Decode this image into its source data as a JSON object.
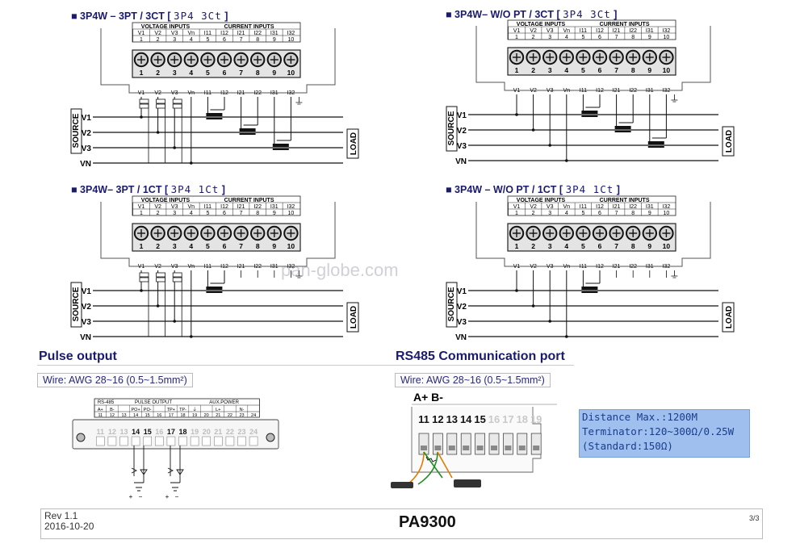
{
  "diagrams": [
    {
      "title": "3P4W  – 3PT / 3CT",
      "code": "3P4 3Ct",
      "pt": true,
      "ct": 3
    },
    {
      "title": "3P4W– W/O PT / 3CT",
      "code": "3P4 3Ct",
      "pt": false,
      "ct": 3
    },
    {
      "title": "3P4W– 3PT / 1CT",
      "code": "3P4 1Ct",
      "pt": true,
      "ct": 1
    },
    {
      "title": "3P4W – W/O PT / 1CT",
      "code": "3P4 1Ct",
      "pt": false,
      "ct": 1
    }
  ],
  "header": {
    "voltage": "VOLTAGE INPUTS",
    "current": "CURRENT INPUTS"
  },
  "terminals": [
    "V1",
    "V2",
    "V3",
    "Vn",
    "I11",
    "I12",
    "I21",
    "I22",
    "I31",
    "I32"
  ],
  "terminal_numbers": [
    "1",
    "2",
    "3",
    "4",
    "5",
    "6",
    "7",
    "8",
    "9",
    "10"
  ],
  "lines": [
    "V1",
    "V2",
    "V3",
    "VN"
  ],
  "source_label": "SOURCE",
  "load_label": "LOAD",
  "pulse": {
    "title": "Pulse output",
    "wire": "Wire: AWG 28~16 (0.5~1.5mm²)",
    "groups": [
      "RS-485",
      "PULSE OUTPUT",
      "AUX.POWER"
    ],
    "labels": [
      "A+",
      "B-",
      "",
      "PO+",
      "PO-",
      "",
      "TP+",
      "TP-",
      "⏚",
      "",
      "L+",
      "",
      "N-"
    ],
    "numbers": [
      "11",
      "12",
      "13",
      "14",
      "15",
      "16",
      "17",
      "18",
      "19",
      "20",
      "21",
      "22",
      "23",
      "24"
    ]
  },
  "rs485": {
    "title": "RS485 Communication port",
    "wire": "Wire: AWG 28~16 (0.5~1.5mm²)",
    "terminal_labels": "A+ B-",
    "numbers": [
      "11",
      "12",
      "13",
      "14",
      "15",
      "16",
      "17",
      "18",
      "19"
    ],
    "info": [
      "Distance Max.:1200M",
      "Terminator:120~300Ω/0.25W",
      "(Standard:150Ω)"
    ]
  },
  "footer": {
    "rev": "Rev 1.1",
    "date": "2016-10-20",
    "model": "PA9300",
    "page": "3/3"
  },
  "watermark": "pan-globe.com"
}
